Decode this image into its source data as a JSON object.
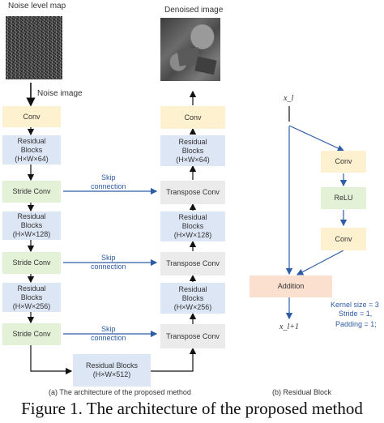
{
  "labels": {
    "noise_level_map": "Noise level map",
    "denoised_image": "Denoised image",
    "noise_image": "Noise image"
  },
  "left_column": [
    "Conv",
    "Residual Blocks (H×W×64)",
    "Stride Conv",
    "Residual Blocks (H×W×128)",
    "Stride Conv",
    "Residual Blocks (H×W×256)",
    "Stride Conv"
  ],
  "bottom_block": "Residual Blocks (H×W×512)",
  "right_column": [
    "Conv",
    "Residual Blocks (H×W×64)",
    "Transpose Conv",
    "Residual Blocks (H×W×128)",
    "Transpose Conv",
    "Residual Blocks (H×W×256)",
    "Transpose Conv"
  ],
  "skip": {
    "line1": "Skip",
    "line2": "connection"
  },
  "residual_block": {
    "input": "x_l",
    "boxes": [
      "Conv",
      "ReLU",
      "Conv"
    ],
    "addition": "Addition",
    "output": "x_l+1",
    "params": [
      "Kernel size = 3",
      "Stride = 1,",
      "Padding = 1;"
    ]
  },
  "subcaptions": {
    "a": "(a) The architecture of the proposed method",
    "b": "(b) Residual Block"
  },
  "caption": "Figure 1. The architecture of the proposed method",
  "colors": {
    "conv": "#fdf1cf",
    "residual": "#dde6f4",
    "stride": "#e3f1d7",
    "transpose": "#ebebeb",
    "addition": "#fbe0d0",
    "arrow_black": "#111111",
    "arrow_blue": "#2e5da8"
  }
}
